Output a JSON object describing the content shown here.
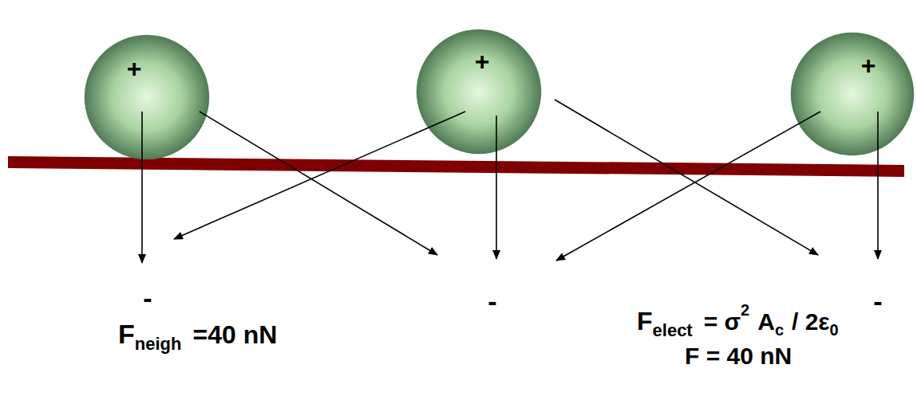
{
  "diagram": {
    "nodes": [
      {
        "text": [
          "+"
        ]
      },
      {
        "text": [
          "+"
        ]
      },
      {
        "text": [
          "+"
        ]
      }
    ],
    "labels": [
      "-",
      "-",
      "-",
      "F",
      "neigh",
      "=40 nN",
      "F",
      "elect",
      "= σ",
      "2",
      "A",
      "c",
      "/ 2ε",
      "0",
      "F = 40 nN"
    ]
  }
}
